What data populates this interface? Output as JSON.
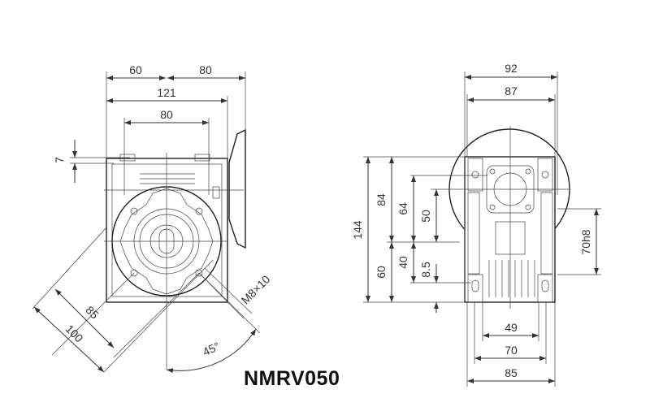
{
  "title": "NMRV050",
  "front_view": {
    "dims": {
      "d60": "60",
      "d80_top": "80",
      "d121": "121",
      "d80": "80",
      "d7": "7",
      "d85": "85",
      "d100": "100",
      "thread": "M8×10",
      "angle": "45°"
    }
  },
  "side_view": {
    "dims": {
      "d92": "92",
      "d87": "87",
      "d144": "144",
      "d84": "84",
      "d60": "60",
      "d64": "64",
      "d40": "40",
      "d50": "50",
      "d8_5": "8.5",
      "d70h8": "70h8",
      "d49": "49",
      "d70": "70",
      "d85": "85"
    }
  }
}
